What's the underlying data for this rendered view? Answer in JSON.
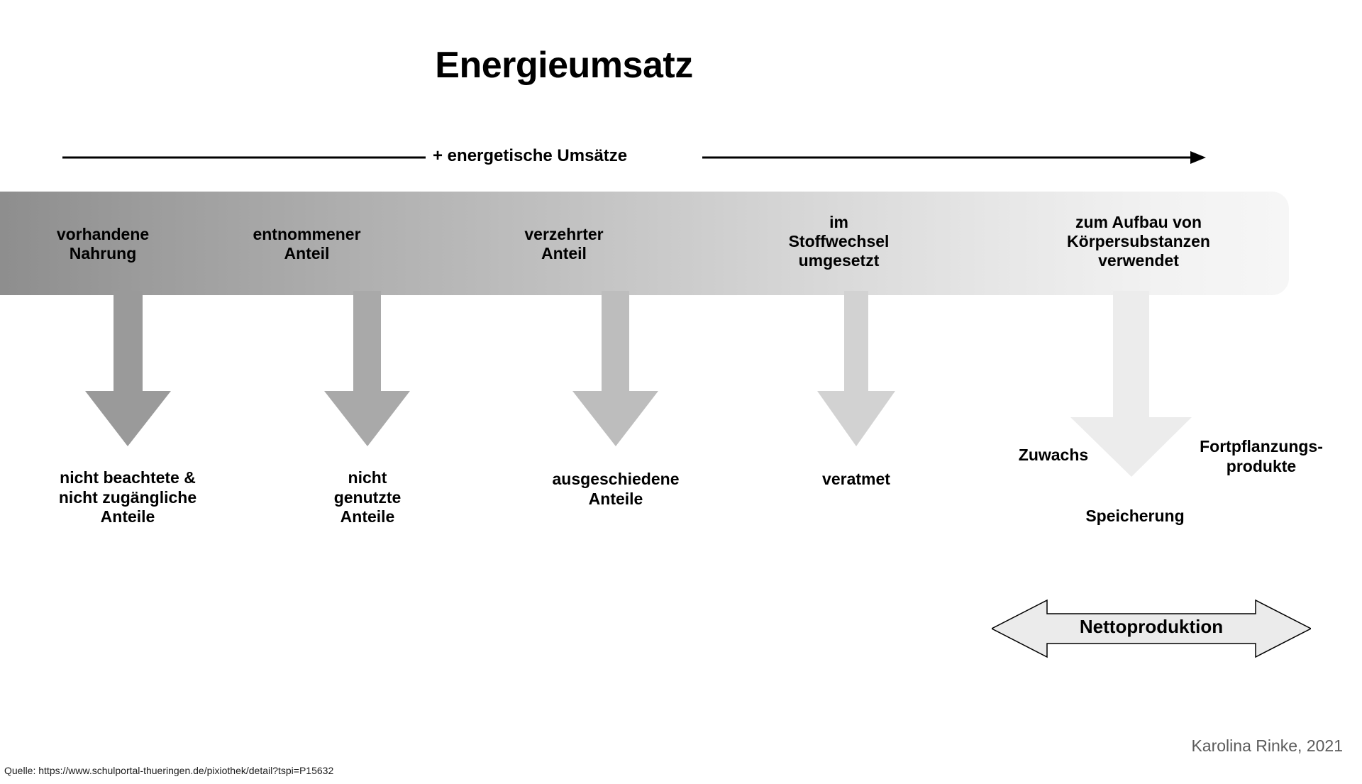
{
  "page": {
    "title": "Energieumsatz",
    "background_color": "#ffffff"
  },
  "axis": {
    "label": "+ energetische Umsätze",
    "direction": "left-to-right",
    "line_color": "#000000"
  },
  "band": {
    "gradient_from": "#8d8d8d",
    "gradient_to": "#f6f6f6",
    "stages": [
      {
        "label": "vorhandene\nNahrung"
      },
      {
        "label": "entnommener\nAnteil"
      },
      {
        "label": "verzehrter\nAnteil"
      },
      {
        "label": "im\nStoffwechsel\numgesetzt"
      },
      {
        "label": "zum Aufbau von\nKörpersubstanzen\nverwendet"
      }
    ]
  },
  "outflows": [
    {
      "label": "nicht beachtete &\nnicht zugängliche\nAnteile",
      "color": "#9a9a9a"
    },
    {
      "label": "nicht\ngenutzte\nAnteile",
      "color": "#a9a9a9"
    },
    {
      "label": "ausgeschiedene\nAnteile",
      "color": "#bdbdbd"
    },
    {
      "label": "veratmet",
      "color": "#d2d2d2"
    },
    {
      "label": "",
      "color": "#ececec"
    }
  ],
  "products": {
    "left_label": "Zuwachs",
    "right_label": "Fortpflanzungs-\nprodukte",
    "bottom_label": "Speicherung"
  },
  "netto": {
    "label": "Nettoproduktion",
    "fill": "#ebebeb",
    "stroke": "#000000"
  },
  "credits": {
    "author": "Karolina Rinke, 2021",
    "source": "Quelle: https://www.schulportal-thueringen.de/pixiothek/detail?tspi=P15632"
  }
}
